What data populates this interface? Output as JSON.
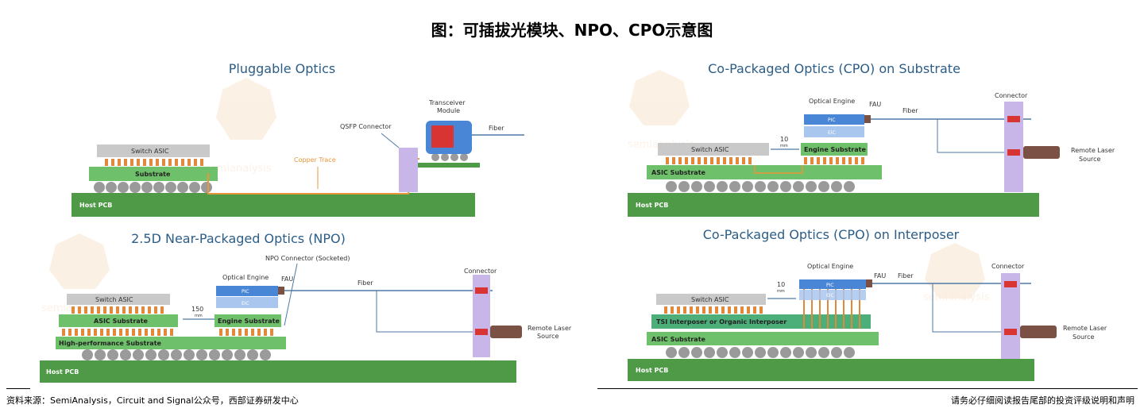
{
  "header": {
    "title": "图：可插拔光模块、NPO、CPO示意图"
  },
  "colors": {
    "pcb": "#4e9a47",
    "substrate": "#6fc06a",
    "asic": "#c9c9c9",
    "bump": "#e1893a",
    "ball": "#9a9a9a",
    "engine_blue": "#4a86d6",
    "engine_light": "#a9c6ee",
    "connector": "#c9b6e8",
    "red": "#d83434",
    "laser": "#7a5144",
    "fiber": "#4f7aa5",
    "title": "#2b5d87"
  },
  "watermark": {
    "text": "semianalysis"
  },
  "pluggable": {
    "title": "Pluggable Optics",
    "switch_asic": "Switch ASIC",
    "substrate": "Substrate",
    "host_pcb": "Host PCB",
    "copper_trace": "Copper Trace",
    "qsfp_connector": "QSFP Connector",
    "transceiver_line1": "Transceiver",
    "transceiver_line2": "Module",
    "fiber": "Fiber"
  },
  "npo": {
    "title": "2.5D Near-Packaged Optics (NPO)",
    "switch_asic": "Switch ASIC",
    "asic_substrate": "ASIC Substrate",
    "hp_substrate": "High-performance Substrate",
    "host_pcb": "Host PCB",
    "optical_engine": "Optical Engine",
    "pic": "PIC",
    "eic": "EIC",
    "engine_substrate": "Engine Substrate",
    "fau": "FAU",
    "fiber": "Fiber",
    "npo_connector": "NPO Connector (Socketed)",
    "distance": "150",
    "distance_unit": "mm",
    "connector": "Connector",
    "remote_laser_line1": "Remote Laser",
    "remote_laser_line2": "Source"
  },
  "cpo_substrate": {
    "title": "Co-Packaged Optics (CPO) on Substrate",
    "optical_engine": "Optical Engine",
    "fau": "FAU",
    "fiber": "Fiber",
    "connector": "Connector",
    "pic": "PIC",
    "eic": "EIC",
    "distance": "10",
    "distance_unit": "mm",
    "switch_asic": "Switch ASIC",
    "engine_substrate": "Engine Substrate",
    "asic_substrate": "ASIC Substrate",
    "host_pcb": "Host PCB",
    "remote_laser_line1": "Remote Laser",
    "remote_laser_line2": "Source"
  },
  "cpo_interposer": {
    "title": "Co-Packaged Optics (CPO) on Interposer",
    "optical_engine": "Optical Engine",
    "fau": "FAU",
    "fiber": "Fiber",
    "connector": "Connector",
    "distance": "10",
    "distance_unit": "mm",
    "pic": "PIC",
    "eic": "EIC",
    "switch_asic": "Switch ASIC",
    "interposer": "TSI Interposer or Organic Interposer",
    "asic_substrate": "ASIC Substrate",
    "host_pcb": "Host PCB",
    "remote_laser_line1": "Remote Laser",
    "remote_laser_line2": "Source"
  },
  "footer": {
    "source": "资料来源：SemiAnalysis，Circuit and Signal公众号，西部证券研发中心",
    "disclaimer": "请务必仔细阅读报告尾部的投资评级说明和声明"
  }
}
